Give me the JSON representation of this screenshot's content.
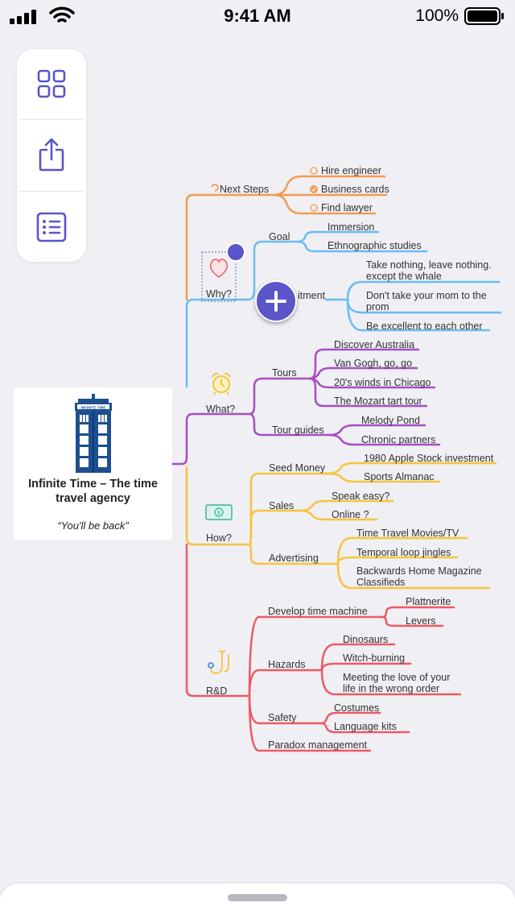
{
  "status_bar": {
    "time": "9:41 AM",
    "battery": "100%"
  },
  "toolbar": {
    "items": [
      "grid-icon",
      "share-icon",
      "outline-list-icon"
    ]
  },
  "root": {
    "title": "Infinite Time – The time travel agency",
    "subtitle": "“You'll be back”"
  },
  "branches": {
    "next_steps": {
      "label": "Next Steps",
      "color": "#f39a52",
      "items": [
        "Hire engineer",
        "Business cards",
        "Find lawyer"
      ]
    },
    "why": {
      "label": "Why?",
      "color": "#6bbcf0",
      "goal": "Goal",
      "goal_items": [
        "Immersion",
        "Ethnographic studies"
      ],
      "commitment": "itment",
      "commitment_items": [
        "Take nothing, leave nothing. except the whale",
        "Don't take your mom to the prom",
        "Be excellent to each other"
      ]
    },
    "what": {
      "label": "What?",
      "color": "#a64fc0",
      "tours": "Tours",
      "tours_items": [
        "Discover Australia",
        "Van Gogh, go, go",
        "20's winds in Chicago",
        "The Mozart tart tour"
      ],
      "guides": "Tour guides",
      "guides_items": [
        "Melody Pond",
        "Chronic partners"
      ]
    },
    "how": {
      "label": "How?",
      "color": "#f6c43c",
      "seed": "Seed Money",
      "seed_items": [
        "1980 Apple Stock investment",
        "Sports Almanac"
      ],
      "sales": "Sales",
      "sales_items": [
        "Speak easy?",
        "Online ?"
      ],
      "adv": "Advertising",
      "adv_items": [
        "Time Travel Movies/TV",
        "Temporal loop jingles",
        "Backwards Home Magazine Classifieds"
      ]
    },
    "rnd": {
      "label": "R&D",
      "color": "#ee5a64",
      "develop": "Develop time machine",
      "develop_items": [
        "Plattnerite",
        "Levers"
      ],
      "hazards": "Hazards",
      "hazards_items": [
        "Dinosaurs",
        "Witch-burning",
        "Meeting the love of your life in the wrong order"
      ],
      "safety": "Safety",
      "safety_items": [
        "Costumes",
        "Language kits"
      ],
      "paradox": "Paradox management"
    }
  }
}
